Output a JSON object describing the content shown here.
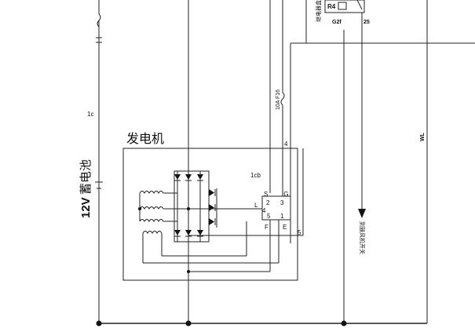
{
  "labels": {
    "generator_title": "发电机",
    "battery_label_v": "12V",
    "battery_label_cn": "蓄电池",
    "wire_1c": "1c",
    "connector_1cb": "1cb",
    "fuse": "10A  F16",
    "pin_4_top": "4",
    "pin_5_right": "5",
    "pin_S": "S",
    "pin_IG": "IG",
    "pin_L": "L",
    "pin_F": "F",
    "pin_E": "E",
    "num_2": "2",
    "num_3": "3",
    "num_4": "4",
    "num_5": "5",
    "num_1": "1",
    "relay_R4": "R4",
    "relay_G2f": "G2f",
    "relay_25": "25",
    "top_left_vertical": "继电器盒",
    "wire_WL": "WL",
    "to_fan_switch": "到鼓风机开关"
  }
}
